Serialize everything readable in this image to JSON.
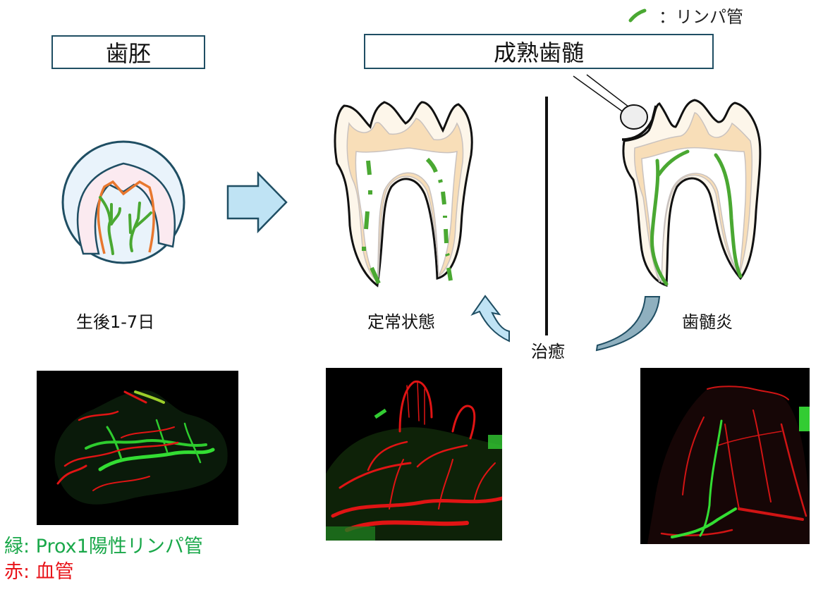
{
  "legend_top": {
    "symbol": "green-line",
    "separator": "：",
    "text": "リンパ管",
    "color": "#4aa832"
  },
  "sections": {
    "embryo": {
      "title": "歯胚",
      "caption": "生後1-7日"
    },
    "mature": {
      "title": "成熟歯髄"
    }
  },
  "states": {
    "steady": {
      "label": "定常状態"
    },
    "pulpitis": {
      "label": "歯髄炎"
    },
    "healing": {
      "label": "治癒"
    }
  },
  "legend_bottom": [
    {
      "text": "緑: Prox1陽性リンパ管",
      "color": "#1aa84a"
    },
    {
      "text": "赤: 血管",
      "color": "#e8141a"
    }
  ],
  "colors": {
    "box_border": "#1f4e63",
    "lymph_green": "#4aa832",
    "blood_red": "#e01414",
    "enamel": "#fdf6ea",
    "dentin": "#f8deb8",
    "arrow_light": "#bfe3f4",
    "arrow_dark": "#8fb0bf",
    "arrow_stroke": "#1f4e63",
    "embryo_outer": "#e9f3fb",
    "embryo_inner": "#fbeaf0",
    "embryo_orange": "#e8772e"
  },
  "micrographs": [
    {
      "name": "embryo",
      "label": ""
    },
    {
      "name": "steady",
      "label": ""
    },
    {
      "name": "pulpitis",
      "label": ""
    }
  ]
}
